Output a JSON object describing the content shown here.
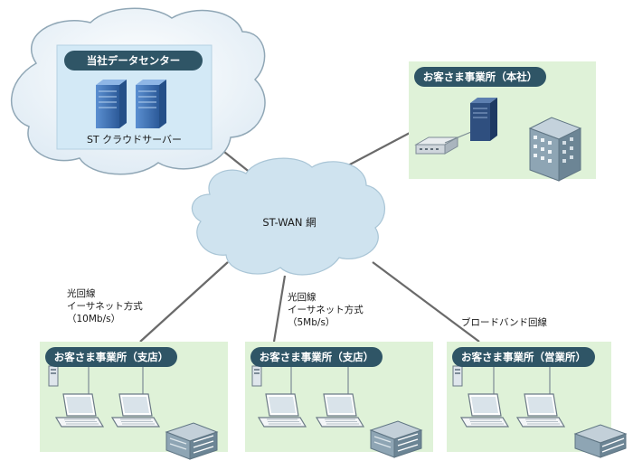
{
  "cloud_dc": {
    "title": "当社データセンター",
    "server_label": "ST クラウドサーバー"
  },
  "wan": {
    "label": "ST-WAN 網"
  },
  "hq": {
    "title": "お客さま事業所（本社）"
  },
  "branch1": {
    "title": "お客さま事業所（支店）",
    "link": [
      "光回線",
      "イーサネット方式",
      "（10Mb/s）"
    ]
  },
  "branch2": {
    "title": "お客さま事業所（支店）",
    "link": [
      "光回線",
      "イーサネット方式",
      "（5Mb/s）"
    ]
  },
  "sales": {
    "title": "お客さま事業所（営業所）",
    "link": [
      "ブロードバンド回線"
    ]
  },
  "colors": {
    "site_bg": "#dff2d8",
    "dc_bg": "#d5ebf7",
    "pill": "#2f5566",
    "line": "#666666",
    "server": "#3d6fb3"
  }
}
